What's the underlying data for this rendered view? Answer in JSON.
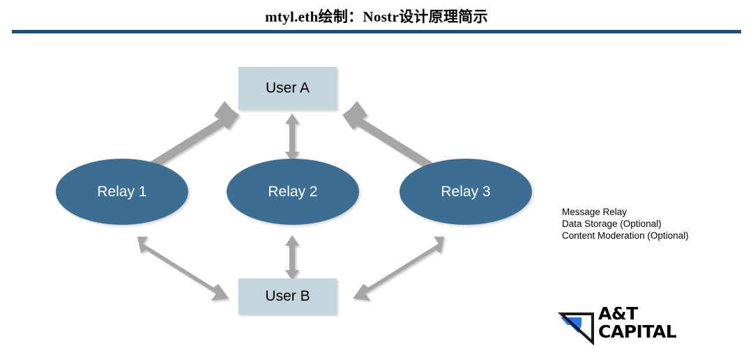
{
  "title": {
    "text": "mtyl.eth绘制：Nostr设计原理简示",
    "rule_color": "#1f4e79"
  },
  "diagram": {
    "type": "network-diagram",
    "users": [
      {
        "id": "user-a",
        "label": "User A"
      },
      {
        "id": "user-b",
        "label": "User B"
      }
    ],
    "relays": [
      {
        "id": "relay-1",
        "label": "Relay 1"
      },
      {
        "id": "relay-2",
        "label": "Relay 2"
      },
      {
        "id": "relay-3",
        "label": "Relay 3"
      }
    ],
    "connections": [
      {
        "from": "user-a",
        "to": "relay-1",
        "style": "double-headed-arrow"
      },
      {
        "from": "user-a",
        "to": "relay-2",
        "style": "double-headed-arrow"
      },
      {
        "from": "user-a",
        "to": "relay-3",
        "style": "double-headed-arrow"
      },
      {
        "from": "user-b",
        "to": "relay-1",
        "style": "double-headed-arrow"
      },
      {
        "from": "user-b",
        "to": "relay-2",
        "style": "double-headed-arrow"
      },
      {
        "from": "user-b",
        "to": "relay-3",
        "style": "double-headed-arrow"
      }
    ],
    "colors": {
      "user_box_fill": "#c6d4de",
      "user_box_text": "#000000",
      "relay_fill": "#3d6e91",
      "relay_text": "#ffffff",
      "arrow_fill": "#a6a6a6"
    }
  },
  "relay_roles": {
    "lines": [
      "Message Relay",
      "Data Storage (Optional)",
      "Content Moderation (Optional)"
    ]
  },
  "logo": {
    "line1": "A&T",
    "line2": "CAPITAL",
    "mark_outline_color": "#1a1a1a",
    "mark_accent_color": "#2a72e8"
  }
}
